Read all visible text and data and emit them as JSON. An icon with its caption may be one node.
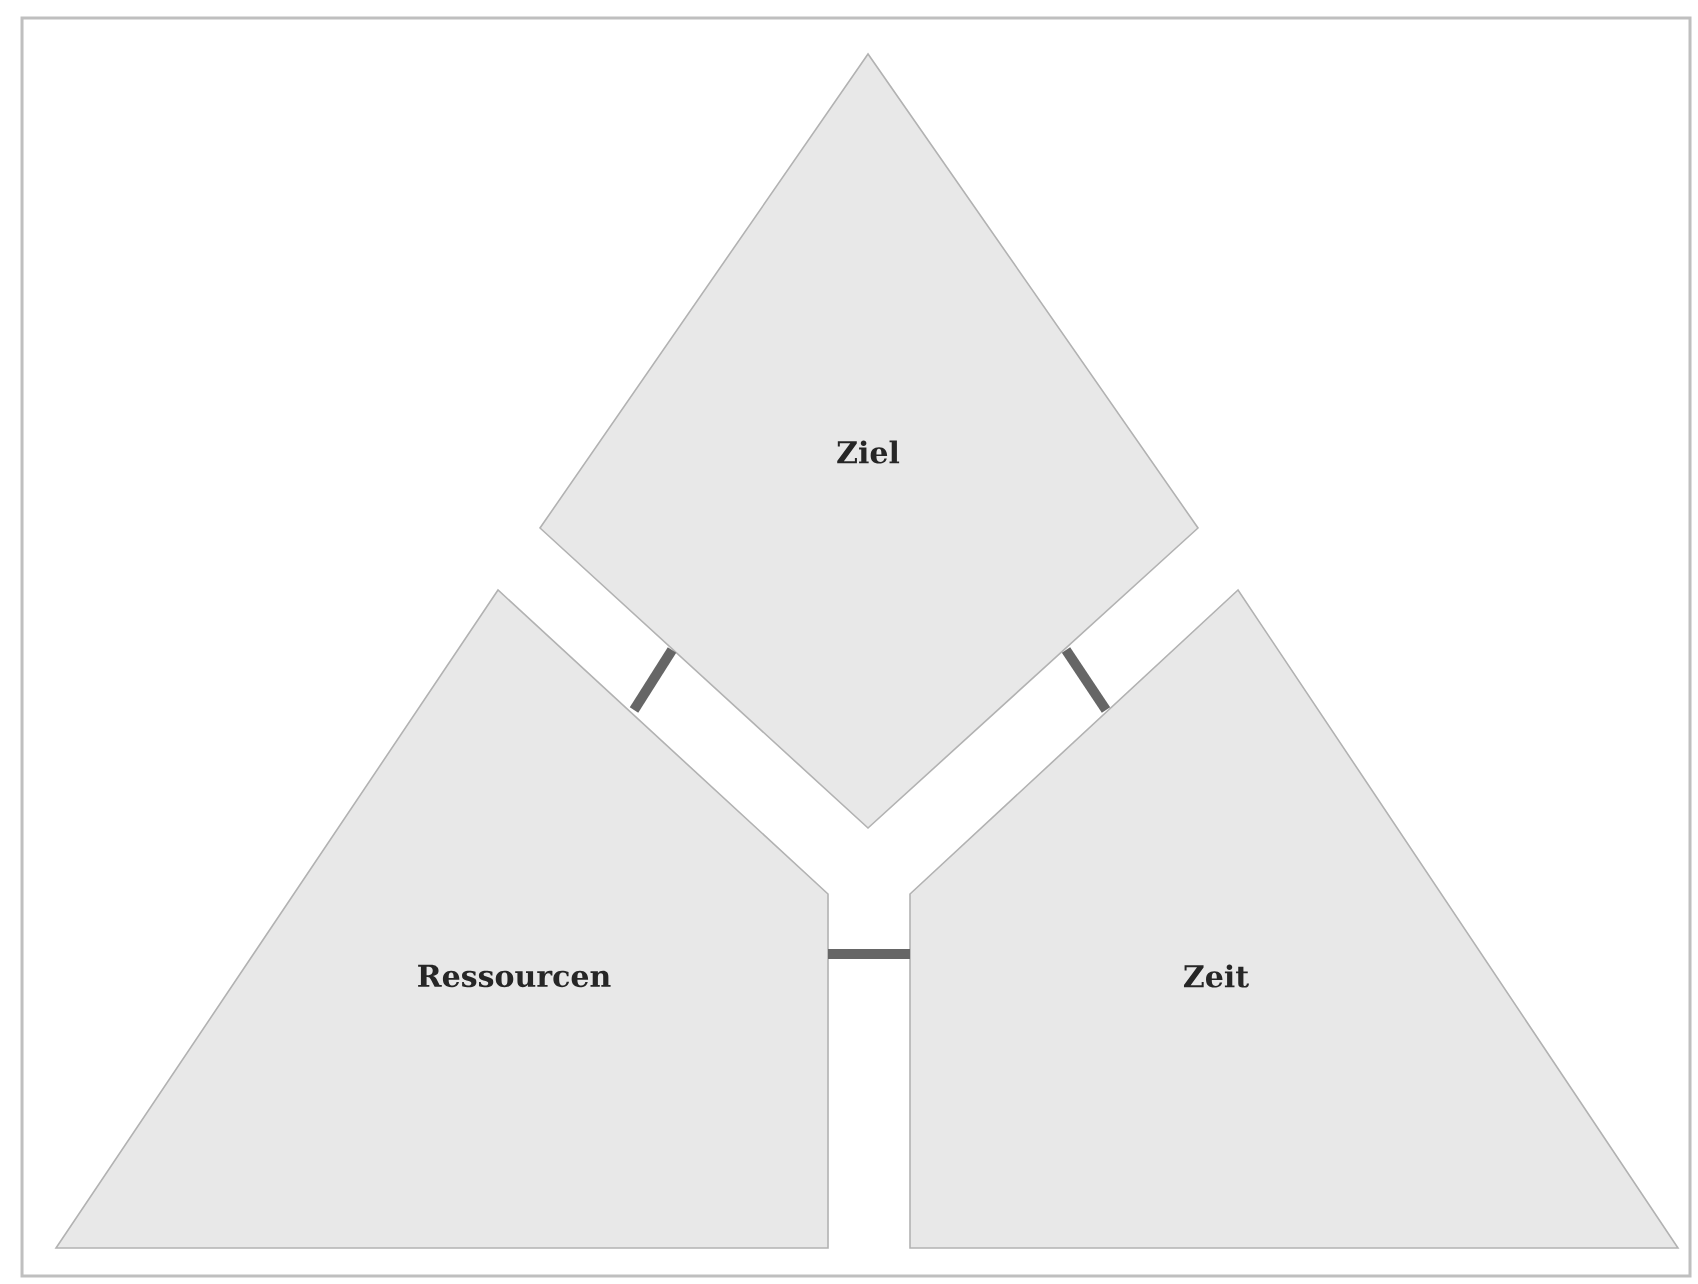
{
  "diagram": {
    "nodes": [
      {
        "text": [
          "Ziel"
        ]
      },
      {
        "text": [
          "Ressourcen"
        ]
      },
      {
        "text": [
          "Zeit"
        ]
      }
    ],
    "edges": [
      {
        "from": 1,
        "to": 0,
        "arrow": "none"
      },
      {
        "from": 0,
        "to": 2,
        "arrow": "none"
      },
      {
        "from": 1,
        "to": 2,
        "arrow": "none"
      }
    ]
  }
}
